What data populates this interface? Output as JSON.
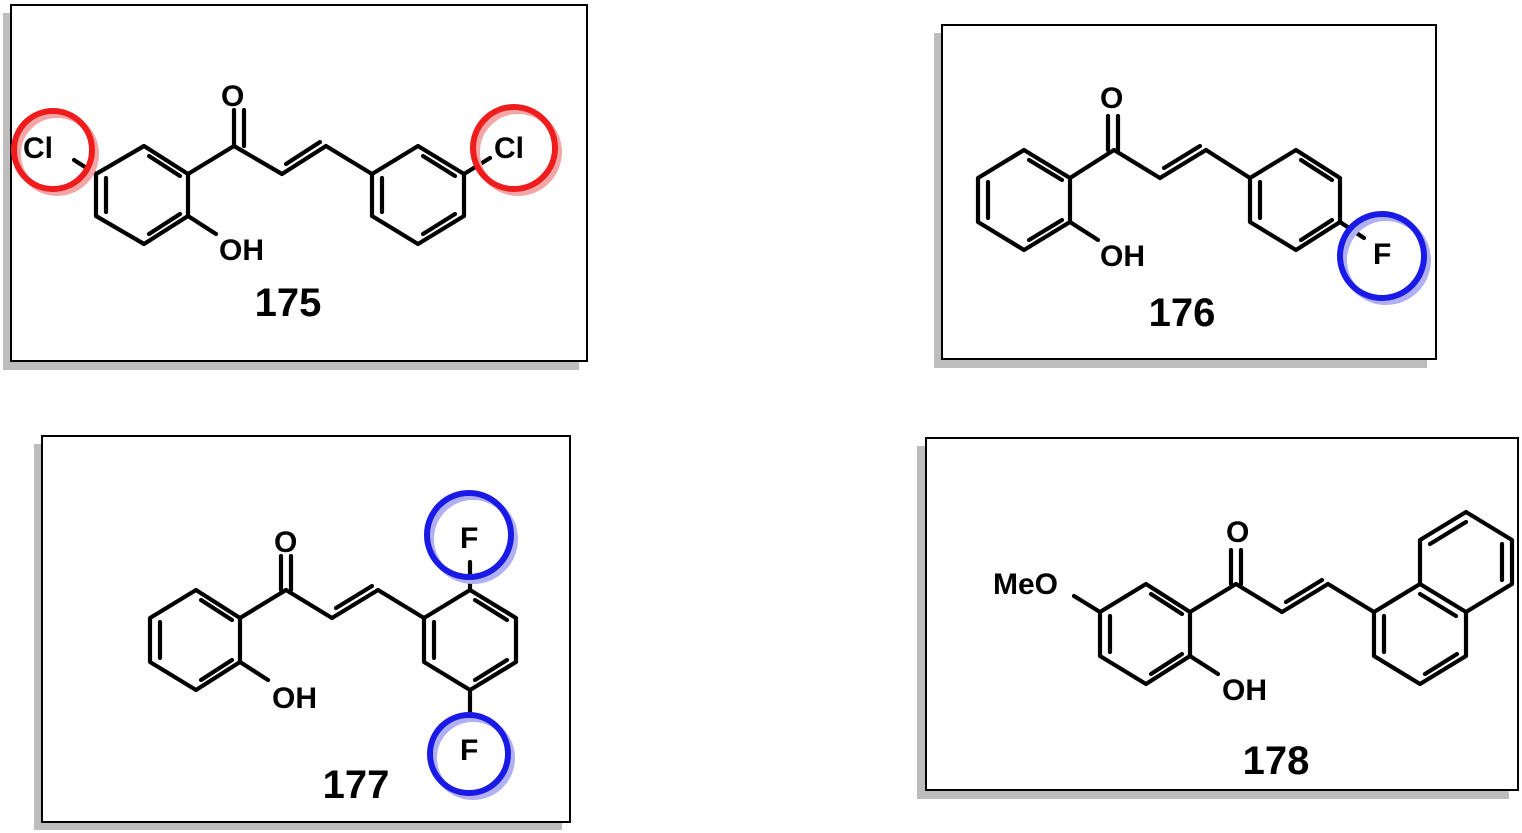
{
  "compounds": [
    {
      "id": "175",
      "substituents": [
        "Cl",
        "Cl"
      ],
      "labels": {
        "carbonyl": "O",
        "hydroxyl": "OH",
        "sub1": "Cl",
        "sub2": "Cl"
      },
      "highlight_color": "#ee1c1c"
    },
    {
      "id": "176",
      "substituents": [
        "F"
      ],
      "labels": {
        "carbonyl": "O",
        "hydroxyl": "OH",
        "sub1": "F"
      },
      "highlight_color": "#1a1ae6"
    },
    {
      "id": "177",
      "substituents": [
        "F",
        "F"
      ],
      "labels": {
        "carbonyl": "O",
        "hydroxyl": "OH",
        "sub1": "F",
        "sub2": "F"
      },
      "highlight_color": "#1a1ae6"
    },
    {
      "id": "178",
      "substituents": [
        "MeO"
      ],
      "labels": {
        "carbonyl": "O",
        "hydroxyl": "OH",
        "sub1": "MeO"
      },
      "highlight_color": ""
    }
  ]
}
